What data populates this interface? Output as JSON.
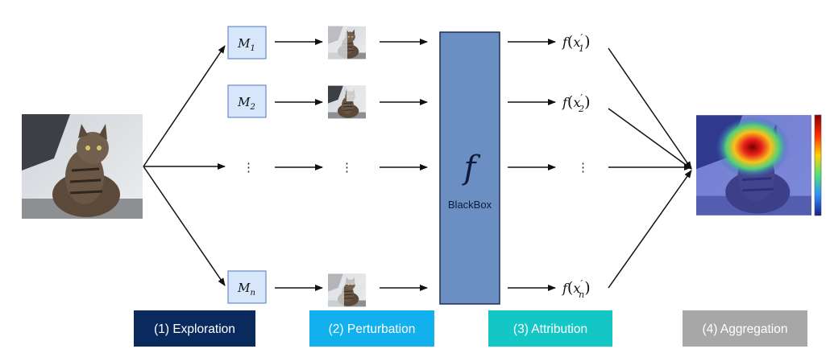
{
  "masks": [
    {
      "base": "M",
      "sub": "1"
    },
    {
      "base": "M",
      "sub": "2"
    },
    {
      "base": "M",
      "sub": "n"
    }
  ],
  "outputs": [
    {
      "fn": "f",
      "arg": "x",
      "prime": "′",
      "sub": "1"
    },
    {
      "fn": "f",
      "arg": "x",
      "prime": "′",
      "sub": "2"
    },
    {
      "fn": "f",
      "arg": "x",
      "prime": "′",
      "sub": "n"
    }
  ],
  "ellipsis": "⋮",
  "blackbox": {
    "symbol": "f",
    "label": "BlackBox"
  },
  "stages": [
    {
      "label": "(1) Exploration",
      "color": "#0a2a5e"
    },
    {
      "label": "(2) Perturbation",
      "color": "#12b0ec"
    },
    {
      "label": "(3) Attribution",
      "color": "#14c6c4"
    },
    {
      "label": "(4) Aggregation",
      "color": "#a7a7a7"
    }
  ],
  "colors": {
    "mask_fill": "#d8e6fb",
    "mask_border": "#6a8dc6",
    "blackbox_fill": "#6c8fc3",
    "blackbox_border": "#1a2e55"
  }
}
